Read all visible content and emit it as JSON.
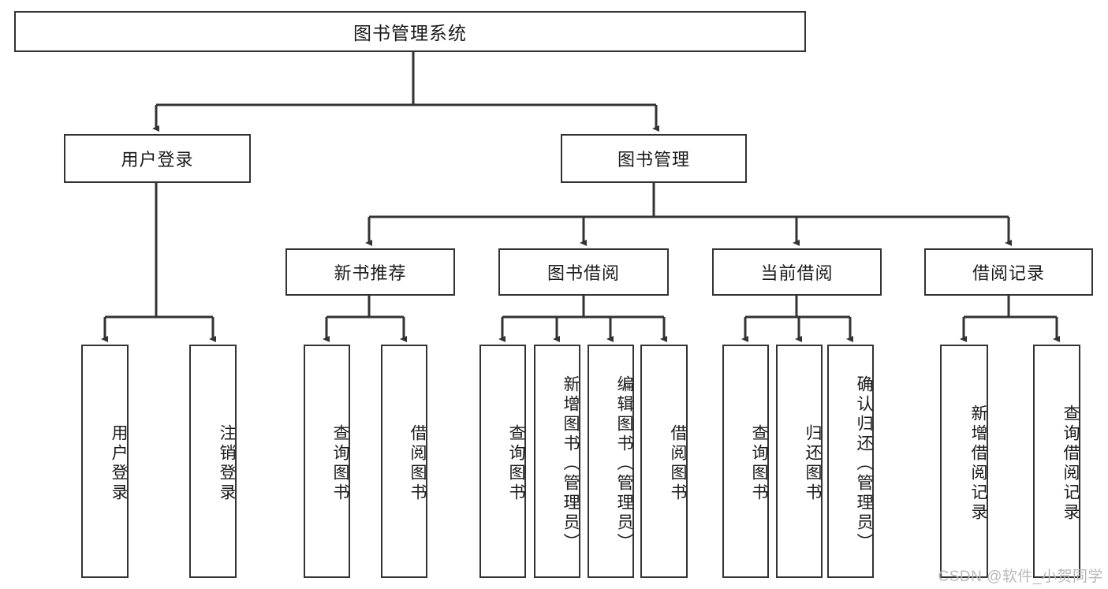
{
  "diagram": {
    "title": "图书管理系统",
    "type": "tree-hierarchy",
    "root": {
      "label": "图书管理系统"
    },
    "level2": [
      {
        "label": "用户登录"
      },
      {
        "label": "图书管理"
      }
    ],
    "level3": [
      {
        "label": "新书推荐"
      },
      {
        "label": "图书借阅"
      },
      {
        "label": "当前借阅"
      },
      {
        "label": "借阅记录"
      }
    ],
    "leaves": {
      "user_login": [
        {
          "label": "用户登录"
        },
        {
          "label": "注销登录"
        }
      ],
      "new_book_recommend": [
        {
          "label": "查询图书"
        },
        {
          "label": "借阅图书"
        }
      ],
      "book_borrow": [
        {
          "label": "查询图书"
        },
        {
          "label": "新增图书（管理员）"
        },
        {
          "label": "编辑图书（管理员）"
        },
        {
          "label": "借阅图书"
        }
      ],
      "current_borrow": [
        {
          "label": "查询图书"
        },
        {
          "label": "归还图书"
        },
        {
          "label": "确认归还（管理员）"
        }
      ],
      "borrow_records": [
        {
          "label": "新增借阅记录"
        },
        {
          "label": "查询借阅记录"
        }
      ]
    }
  },
  "watermark": {
    "text": "CSDN @软件_小贺同学"
  },
  "colors": {
    "stroke": "#333333",
    "text": "#1a1a1a",
    "background": "#ffffff",
    "watermark": "#b9b9b9"
  }
}
